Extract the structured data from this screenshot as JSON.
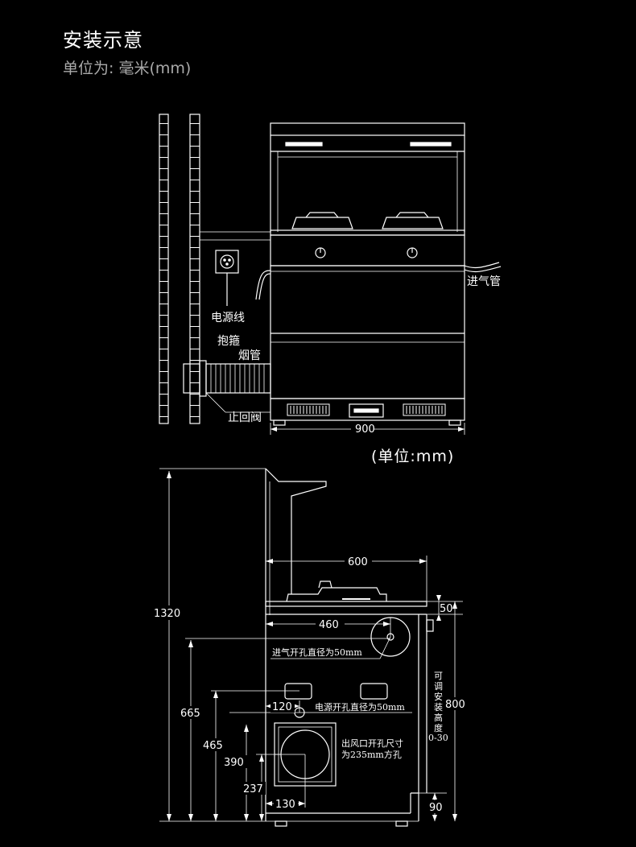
{
  "header": {
    "title": "安装示意",
    "subtitle": "单位为: 毫米(mm)"
  },
  "front_view": {
    "labels": {
      "gas_pipe": "进气管",
      "power_cord": "电源线",
      "clamp": "抱箍",
      "flue_pipe": "烟管",
      "check_valve": "止回阀",
      "width": "900"
    }
  },
  "unit_label": "(单位:mm)",
  "side_view": {
    "dims": {
      "total_height": "1320",
      "depth": "600",
      "top_offset": "50",
      "gas_offset": "460",
      "height_800": "800",
      "height_665": "665",
      "power_offset": "120",
      "height_465": "465",
      "height_390": "390",
      "height_237": "237",
      "outlet_offset": "130",
      "foot_90": "90"
    },
    "notes": {
      "gas_hole": "进气开孔直径为50mm",
      "power_hole": "电源开孔直径为50mm",
      "outlet_hole_line1": "出风口开孔尺寸",
      "outlet_hole_line2": "为235mm方孔",
      "adjustable": [
        "可",
        "调",
        "安",
        "装",
        "高",
        "度",
        "0-30"
      ]
    }
  }
}
